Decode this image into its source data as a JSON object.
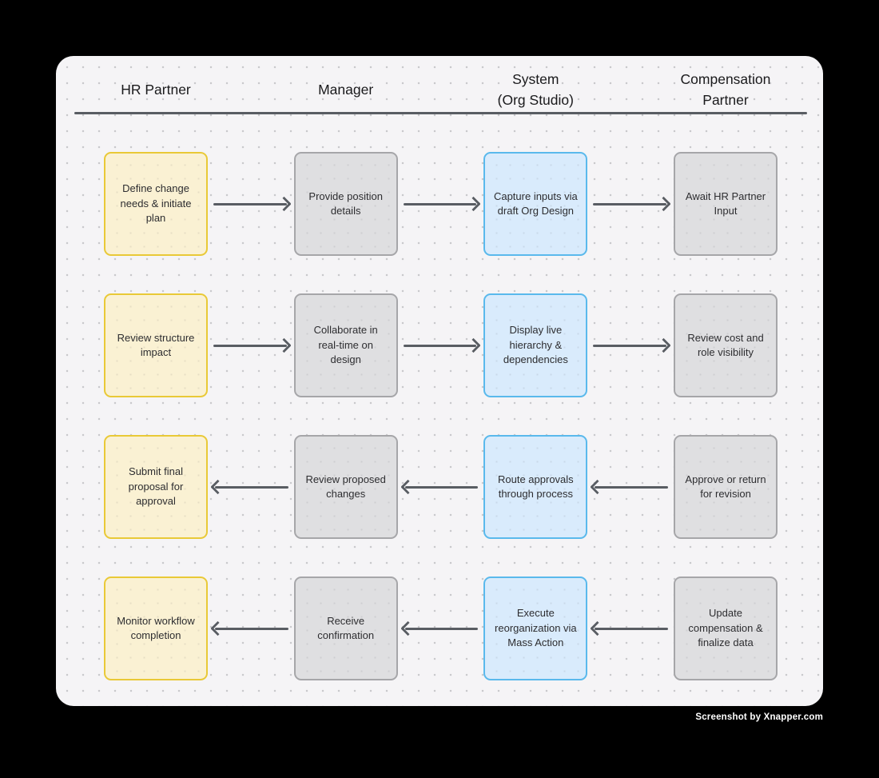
{
  "watermark": "Screenshot by Xnapper.com",
  "colors": {
    "page-bg": "#000000",
    "canvas-bg": "#f5f4f6",
    "dot": "#c9c9cc",
    "rule": "#595d63",
    "arrow": "#595d63",
    "header-text": "#1a1a1c",
    "box-text": "#2d2d30",
    "hr-fill": "#faf1d3",
    "hr-border": "#e9c937",
    "manager-fill": "#dfdfe1",
    "manager-border": "#a6a6a9",
    "system-fill": "#d9ebfc",
    "system-border": "#5ab9ec",
    "comp-fill": "#dfdfe1",
    "comp-border": "#a6a6a9"
  },
  "lanes": [
    {
      "label": "HR Partner"
    },
    {
      "label": "Manager"
    },
    {
      "label": "System\n(Org Studio)"
    },
    {
      "label": "Compensation\nPartner"
    }
  ],
  "rows": [
    {
      "direction": "right",
      "cells": [
        "Define change needs & initiate plan",
        "Provide position details",
        "Capture inputs via draft Org Design",
        "Await HR Partner Input"
      ]
    },
    {
      "direction": "right",
      "cells": [
        "Review structure impact",
        "Collaborate in real-time on design",
        "Display live hierarchy & dependencies",
        "Review cost and role visibility"
      ]
    },
    {
      "direction": "left",
      "cells": [
        "Submit final proposal for approval",
        "Review proposed changes",
        "Route approvals through process",
        "Approve or return for revision"
      ]
    },
    {
      "direction": "left",
      "cells": [
        "Monitor workflow completion",
        "Receive confirmation",
        "Execute reorganization via Mass Action",
        "Update compensation & finalize data"
      ]
    }
  ]
}
